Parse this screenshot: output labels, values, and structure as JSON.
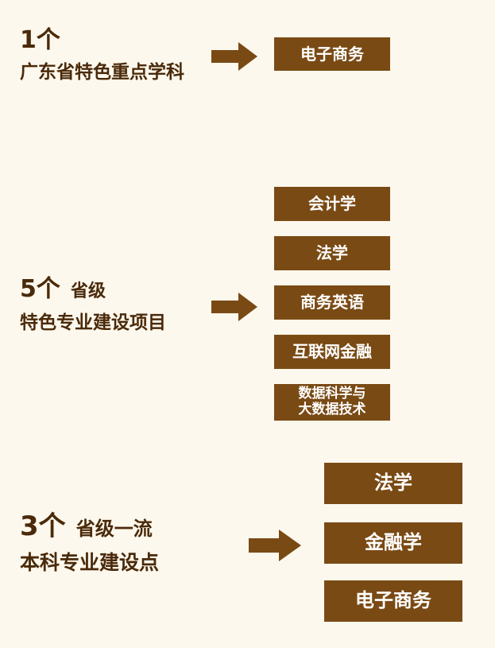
{
  "colors": {
    "background": "#fdf8ed",
    "box_fill": "#7a4a14",
    "text_dark": "#4a2a0a",
    "arrow": "#7a4a14"
  },
  "section1": {
    "count": "1个",
    "label": "广东省特色重点学科",
    "items": [
      "电子商务"
    ]
  },
  "section2": {
    "count": "5个",
    "suffix": "省级",
    "label": "特色专业建设项目",
    "items": [
      "会计学",
      "法学",
      "商务英语",
      "互联网金融"
    ],
    "last_item_lines": [
      "数据科学与",
      "大数据技术"
    ]
  },
  "section3": {
    "count": "3个",
    "suffix": "省级一流",
    "label": "本科专业建设点",
    "items": [
      "法学",
      "金融学",
      "电子商务"
    ]
  }
}
